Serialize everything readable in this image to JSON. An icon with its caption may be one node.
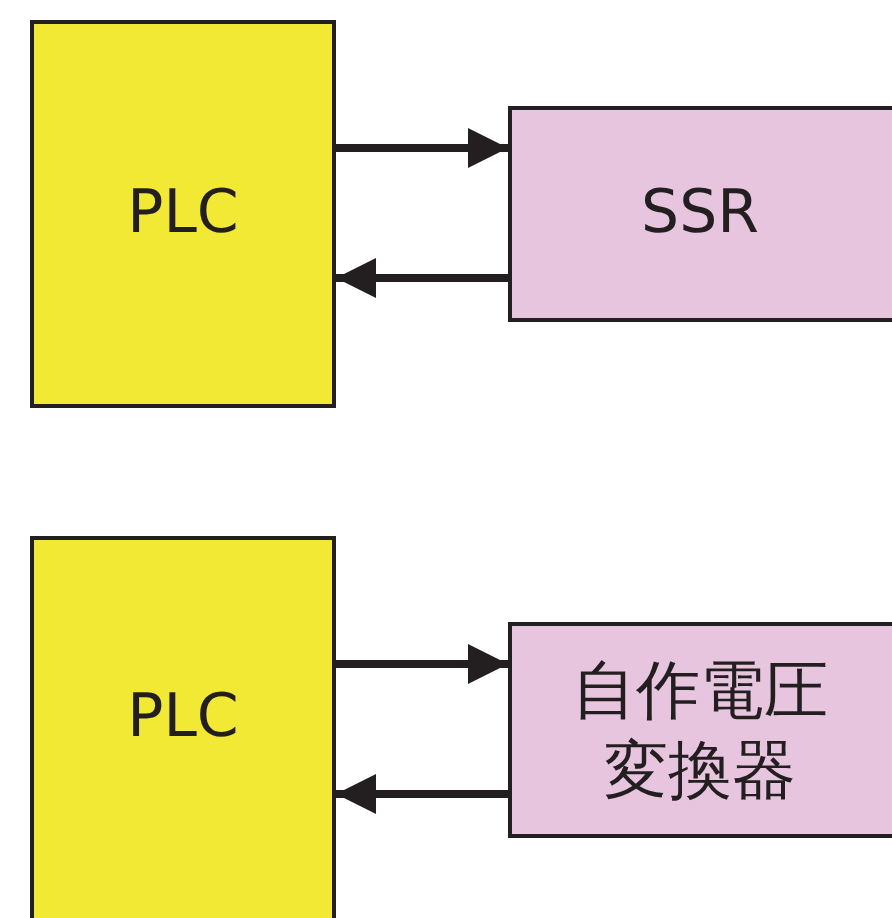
{
  "diagram": {
    "nodes": [
      {
        "text": [
          "PLC"
        ]
      },
      {
        "text": [
          "SSR"
        ]
      },
      {
        "text": [
          "PLC"
        ]
      },
      {
        "text": [
          "自作電圧変換器"
        ]
      }
    ],
    "edges": [
      {
        "from": 0,
        "to": 1,
        "arrow": "to"
      },
      {
        "from": 1,
        "to": 0,
        "arrow": "to"
      },
      {
        "from": 2,
        "to": 3,
        "arrow": "to"
      },
      {
        "from": 3,
        "to": 2,
        "arrow": "to"
      }
    ]
  }
}
